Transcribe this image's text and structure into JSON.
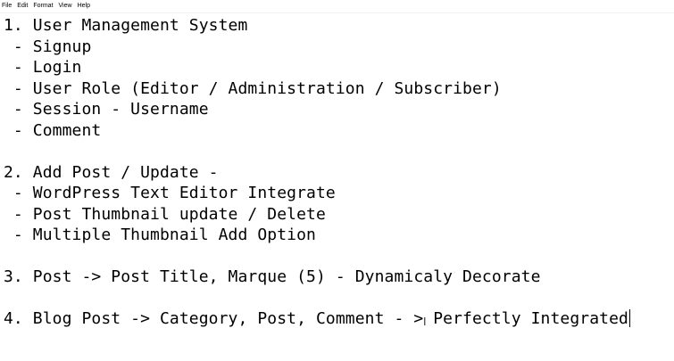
{
  "menu": [
    "File",
    "Edit",
    "Format",
    "View",
    "Help"
  ],
  "document": {
    "lines": [
      "1. User Management System",
      " - Signup",
      " - Login",
      " - User Role (Editor / Administration / Subscriber)",
      " - Session - Username",
      " - Comment",
      "",
      "2. Add Post / Update -",
      " - WordPress Text Editor Integrate",
      " - Post Thumbnail update / Delete",
      " - Multiple Thumbnail Add Option",
      "",
      "3. Post -> Post Title, Marque (5) - Dynamicaly Decorate",
      "",
      "4. Blog Post -> Category, Post, Comment - > Perfectly Integrated"
    ]
  }
}
